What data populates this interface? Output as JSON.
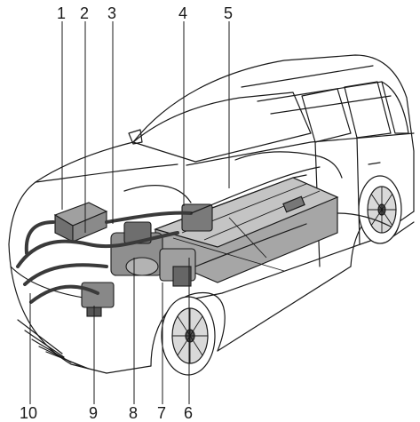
{
  "callouts": {
    "c1": "1",
    "c2": "2",
    "c3": "3",
    "c4": "4",
    "c5": "5",
    "c6": "6",
    "c7": "7",
    "c8": "8",
    "c9": "9",
    "c10": "10"
  },
  "colors": {
    "line": "#1a1a1a",
    "component_fill": "#9a9a9a",
    "component_dark": "#555555",
    "body_fill": "#ffffff"
  }
}
